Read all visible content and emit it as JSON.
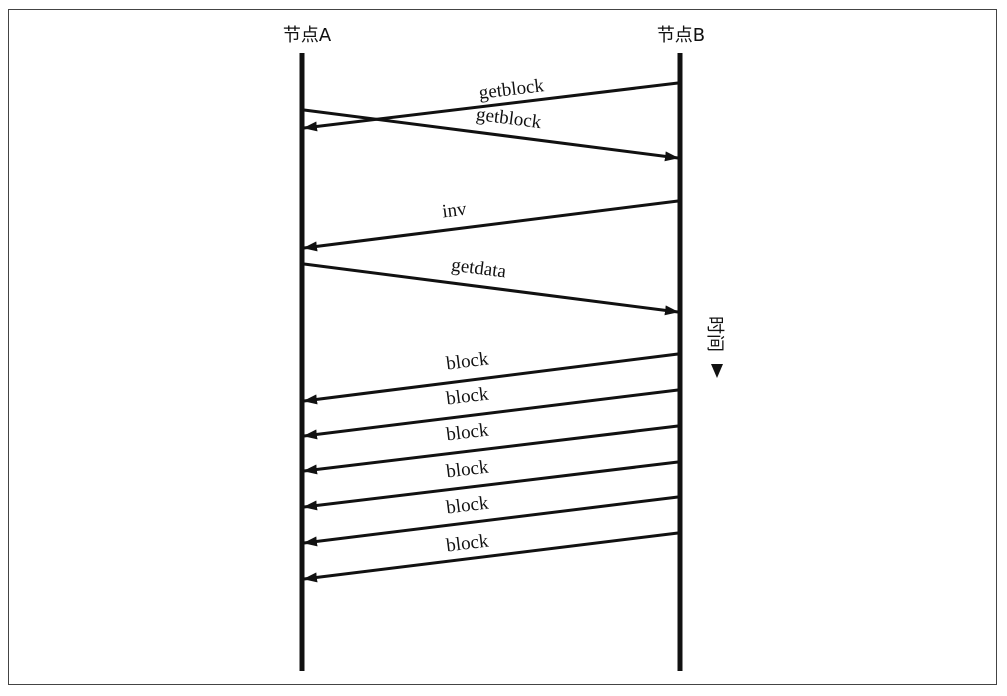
{
  "nodes": {
    "a": "节点A",
    "b": "节点B"
  },
  "messages": [
    {
      "label": "getblock",
      "from": "b",
      "to": "a"
    },
    {
      "label": "getblock",
      "from": "a",
      "to": "b"
    },
    {
      "label": "inv",
      "from": "b",
      "to": "a"
    },
    {
      "label": "getdata",
      "from": "a",
      "to": "b"
    },
    {
      "label": "block",
      "from": "b",
      "to": "a"
    },
    {
      "label": "block",
      "from": "b",
      "to": "a"
    },
    {
      "label": "block",
      "from": "b",
      "to": "a"
    },
    {
      "label": "block",
      "from": "b",
      "to": "a"
    },
    {
      "label": "block",
      "from": "b",
      "to": "a"
    },
    {
      "label": "block",
      "from": "b",
      "to": "a"
    }
  ],
  "time_axis": {
    "label": "时间",
    "icon": "down-triangle-icon"
  },
  "colors": {
    "line": "#111111"
  }
}
